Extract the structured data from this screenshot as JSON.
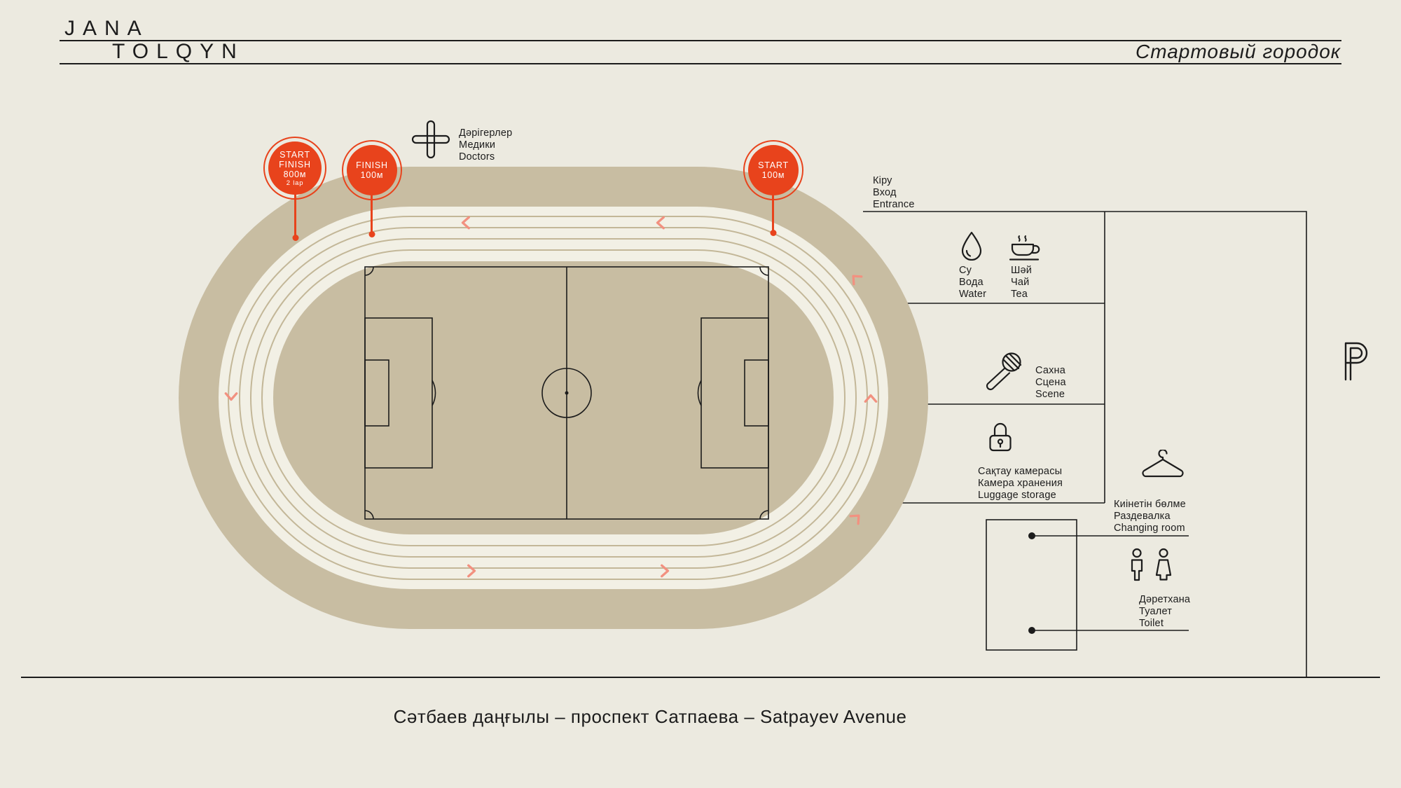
{
  "header": {
    "brand_top": "JANA",
    "brand_bottom": "TOLQYN",
    "title": "Стартовый городок"
  },
  "markers": {
    "start_finish_800": {
      "lines": [
        "START",
        "FINISH",
        "800м",
        "2 lap"
      ]
    },
    "finish_100": {
      "lines": [
        "FINISH",
        "100м"
      ]
    },
    "start_100": {
      "lines": [
        "START",
        "100м"
      ]
    }
  },
  "legend": {
    "doctors": {
      "lines": [
        "Дәрігерлер",
        "Медики",
        "Doctors"
      ]
    },
    "entrance": {
      "lines": [
        "Кіру",
        "Вход",
        "Entrance"
      ]
    },
    "water": {
      "lines": [
        "Су",
        "Вода",
        "Water"
      ]
    },
    "tea": {
      "lines": [
        "Шәй",
        "Чай",
        "Tea"
      ]
    },
    "scene": {
      "lines": [
        "Сахна",
        "Сцена",
        "Scene"
      ]
    },
    "luggage": {
      "lines": [
        "Сақтау камерасы",
        "Камера хранения",
        "Luggage storage"
      ]
    },
    "changing_room": {
      "lines": [
        "Киінетін бөлме",
        "Раздевалка",
        "Changing room"
      ]
    },
    "toilet": {
      "lines": [
        "Дәретхана",
        "Туалет",
        "Toilet"
      ]
    },
    "parking": {
      "symbol": "P"
    }
  },
  "street": {
    "label": "Сәтбаев даңғылы – проспект Сатпаева – Satpayev Avenue"
  },
  "colors": {
    "bg": "#ECEAE0",
    "ink": "#1C1C1C",
    "track_tan": "#C8BDA2",
    "lane_bg": "#F2F0E5",
    "lane_line": "#C3B798",
    "accent_red": "#E8431C",
    "coral": "#F29180"
  }
}
